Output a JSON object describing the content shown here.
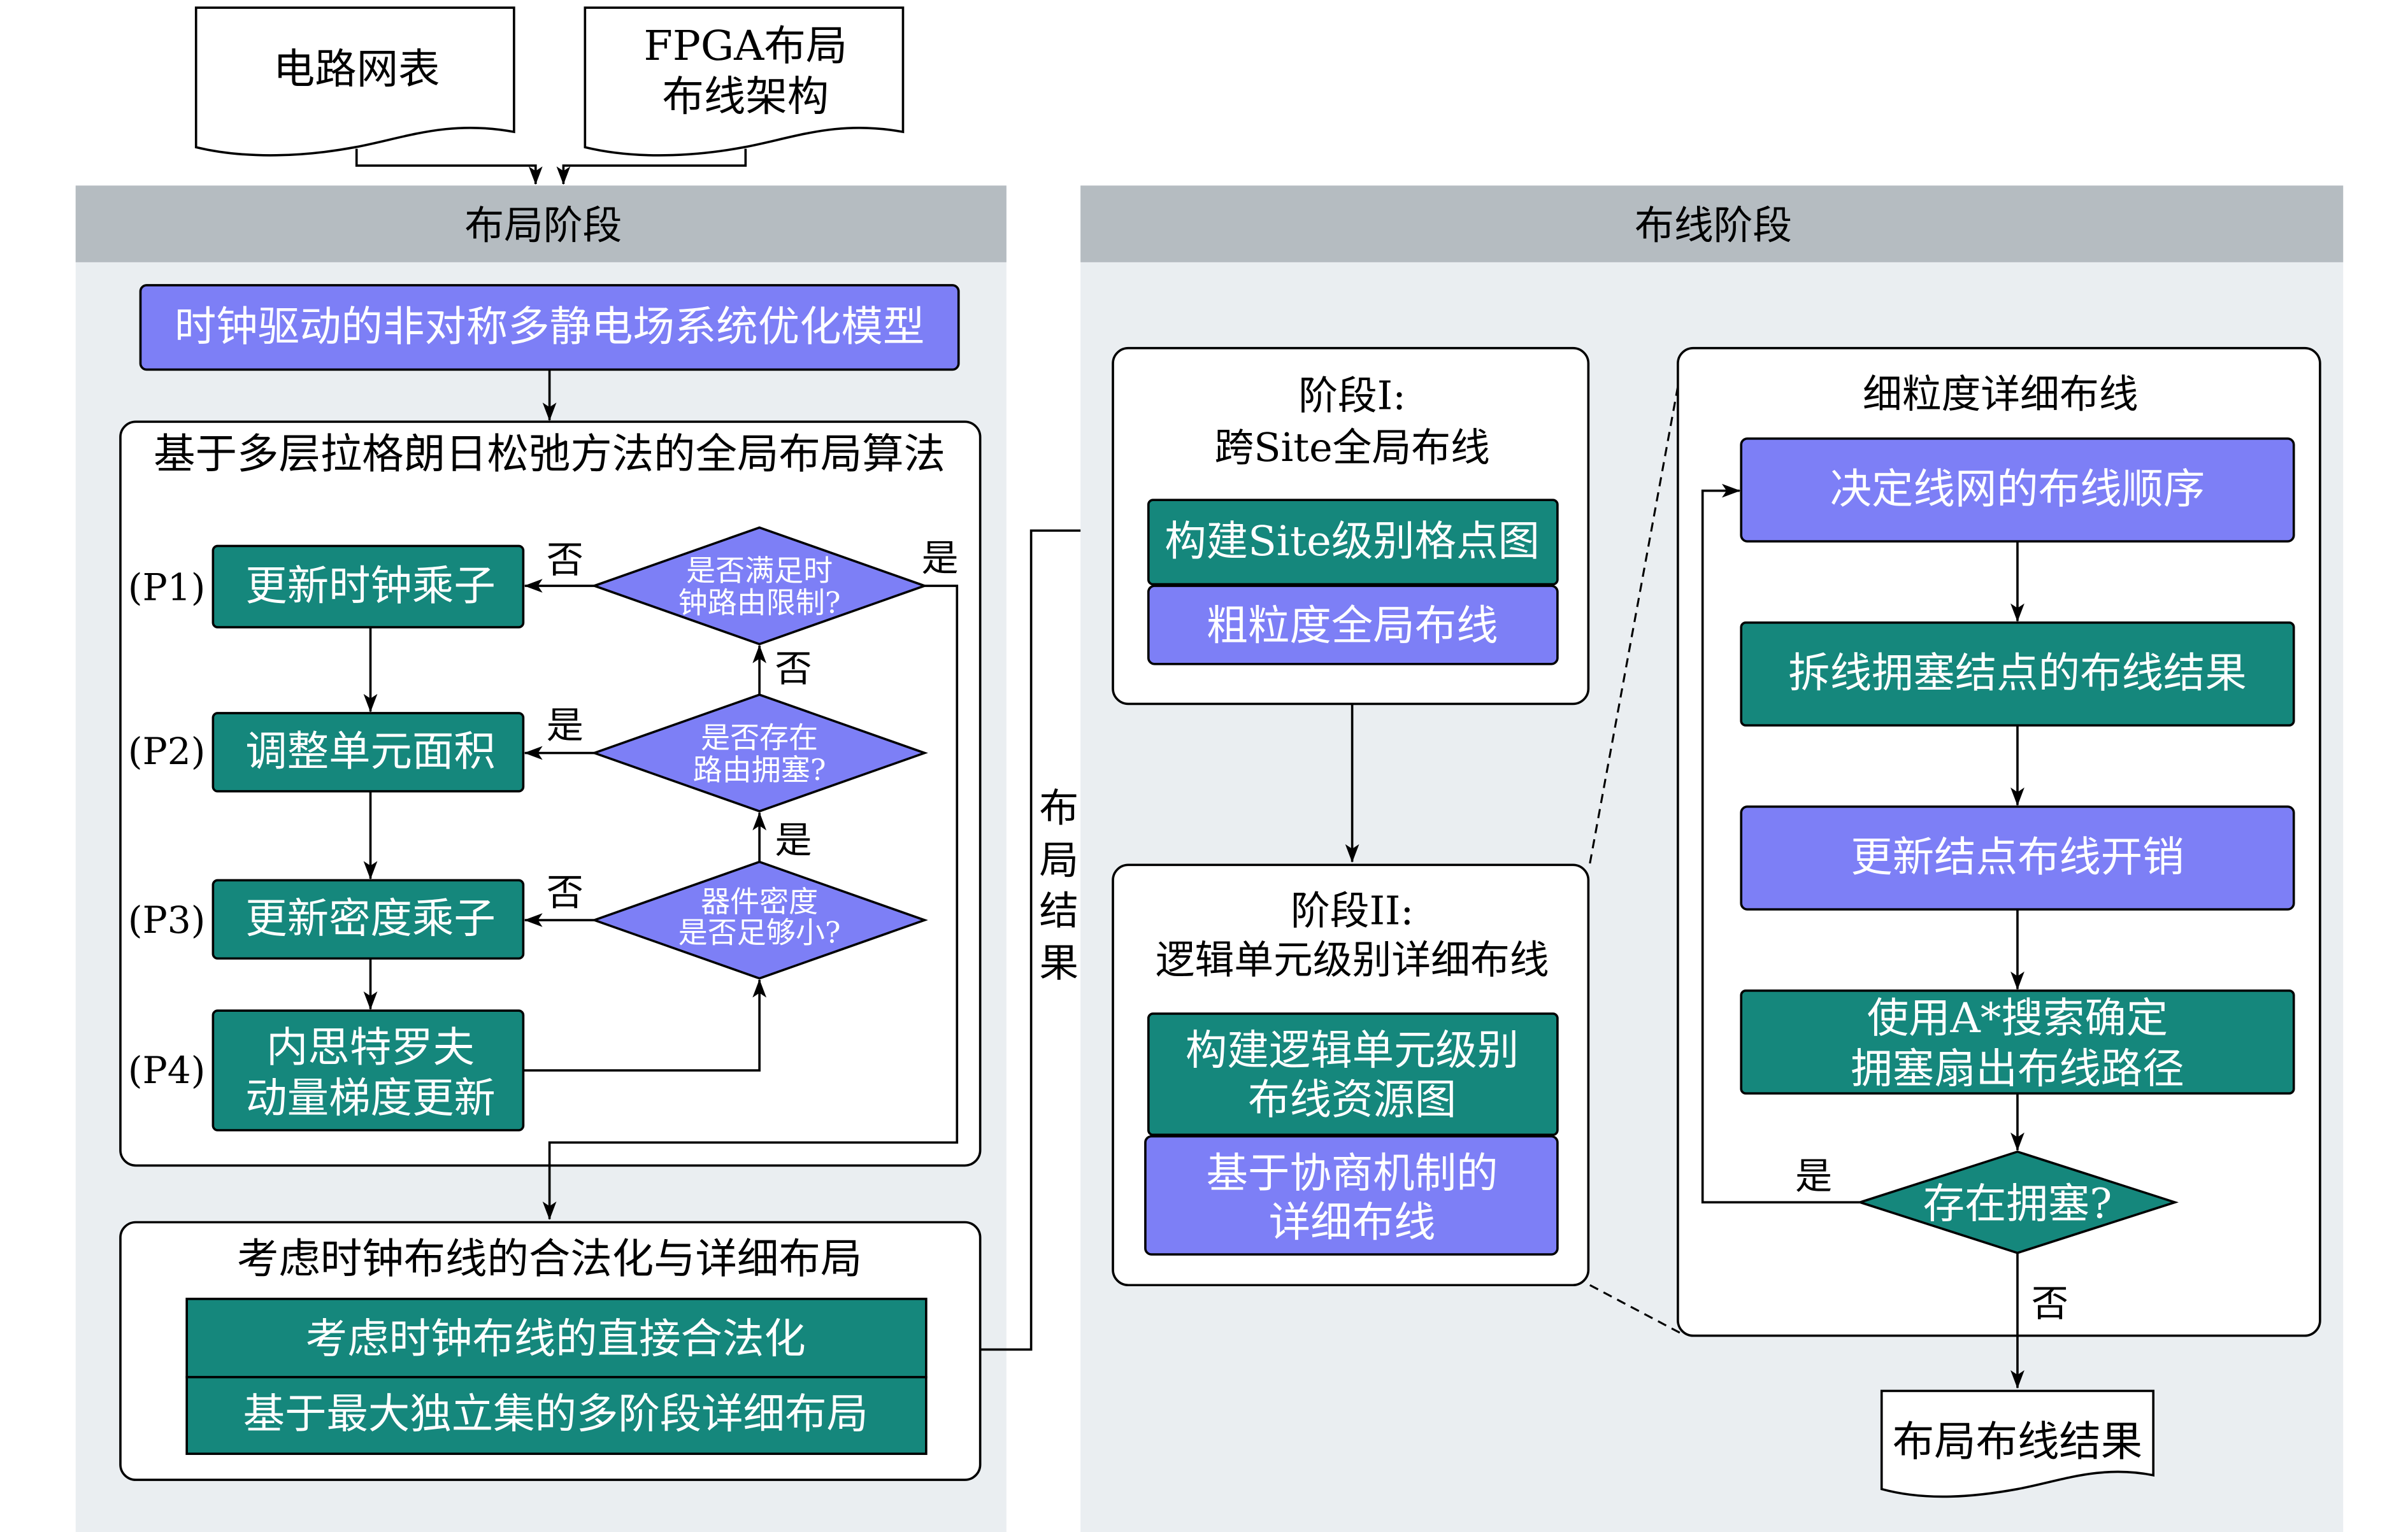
{
  "colors": {
    "purple": "#7d7ff6",
    "teal": "#15877c",
    "panel": "#eaeef1",
    "panel_header": "#b5bcc1"
  },
  "inputs": {
    "netlist": "电路网表",
    "architecture_lines": [
      "FPGA布局",
      "布线架构"
    ]
  },
  "placement": {
    "header": "布局阶段",
    "model": "时钟驱动的非对称多静电场系统优化模型",
    "global_placement": {
      "title": "基于多层拉格朗日松弛方法的全局布局算法",
      "steps": [
        {
          "tag": "(P1)",
          "lines": [
            "更新时钟乘子"
          ]
        },
        {
          "tag": "(P2)",
          "lines": [
            "调整单元面积"
          ]
        },
        {
          "tag": "(P3)",
          "lines": [
            "更新密度乘子"
          ]
        },
        {
          "tag": "(P4)",
          "lines": [
            "内思特罗夫",
            "动量梯度更新"
          ]
        }
      ],
      "decisions": [
        {
          "lines": [
            "是否满足时",
            "钟路由限制?"
          ],
          "yes": "是",
          "no": "否"
        },
        {
          "lines": [
            "是否存在",
            "路由拥塞?"
          ],
          "yes": "是",
          "no": "否"
        },
        {
          "lines": [
            "器件密度",
            "是否足够小?"
          ],
          "yes": "是",
          "no": "否"
        }
      ]
    },
    "legalization": {
      "title": "考虑时钟布线的合法化与详细布局",
      "steps": [
        "考虑时钟布线的直接合法化",
        "基于最大独立集的多阶段详细布局"
      ]
    },
    "result_label_chars": [
      "布",
      "局",
      "结",
      "果"
    ]
  },
  "routing": {
    "header": "布线阶段",
    "stage1": {
      "title_lines": [
        "阶段I:",
        "跨Site全局布线"
      ],
      "steps": [
        "构建Site级别格点图",
        "粗粒度全局布线"
      ]
    },
    "stage2": {
      "title_lines": [
        "阶段II:",
        "逻辑单元级别详细布线"
      ],
      "steps": [
        {
          "lines": [
            "构建逻辑单元级别",
            "布线资源图"
          ]
        },
        {
          "lines": [
            "基于协商机制的",
            "详细布线"
          ]
        }
      ]
    },
    "detailed": {
      "title": "细粒度详细布线",
      "steps": [
        {
          "lines": [
            "决定线网的布线顺序"
          ]
        },
        {
          "lines": [
            "拆线拥塞结点的布线结果"
          ]
        },
        {
          "lines": [
            "更新结点布线开销"
          ]
        },
        {
          "lines": [
            "使用A*搜索确定",
            "拥塞扇出布线路径"
          ]
        }
      ],
      "decision": {
        "label": "存在拥塞?",
        "yes": "是",
        "no": "否"
      }
    },
    "output": "布局布线结果"
  }
}
